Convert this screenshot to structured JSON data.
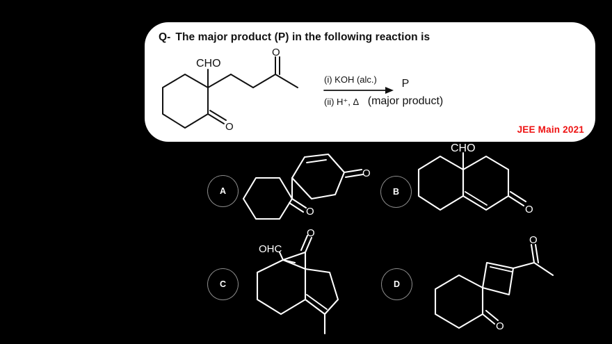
{
  "page": {
    "background_color": "#000000",
    "card_color": "#ffffff"
  },
  "question": {
    "label": "Q-",
    "text": "The major product (P) in the following reaction is",
    "source_tag": "JEE Main 2021",
    "source_tag_color": "#ee1111"
  },
  "reaction": {
    "reactant_atoms": {
      "cho": "CHO",
      "ketone_o_ring": "O",
      "ketone_o_chain": "O"
    },
    "reagents": {
      "step1": "(i) KOH (alc.)",
      "step2": "(ii) H⁺, Δ"
    },
    "product": {
      "symbol": "P",
      "caption": "(major product)"
    }
  },
  "options": [
    {
      "id": "A",
      "label": "A",
      "structure_name": "spiro-enone-diketone",
      "atom_labels": [
        "O",
        "O"
      ]
    },
    {
      "id": "B",
      "label": "B",
      "structure_name": "octahydronaphthalenone-with-cho",
      "atom_labels": [
        "CHO",
        "O"
      ]
    },
    {
      "id": "C",
      "label": "C",
      "structure_name": "bridged-bicyclic-aldehyde-ketone",
      "atom_labels": [
        "OHC",
        "O"
      ]
    },
    {
      "id": "D",
      "label": "D",
      "structure_name": "spiro-cyclobutene-acetyl-cyclohexanone",
      "atom_labels": [
        "O",
        "O"
      ]
    }
  ]
}
